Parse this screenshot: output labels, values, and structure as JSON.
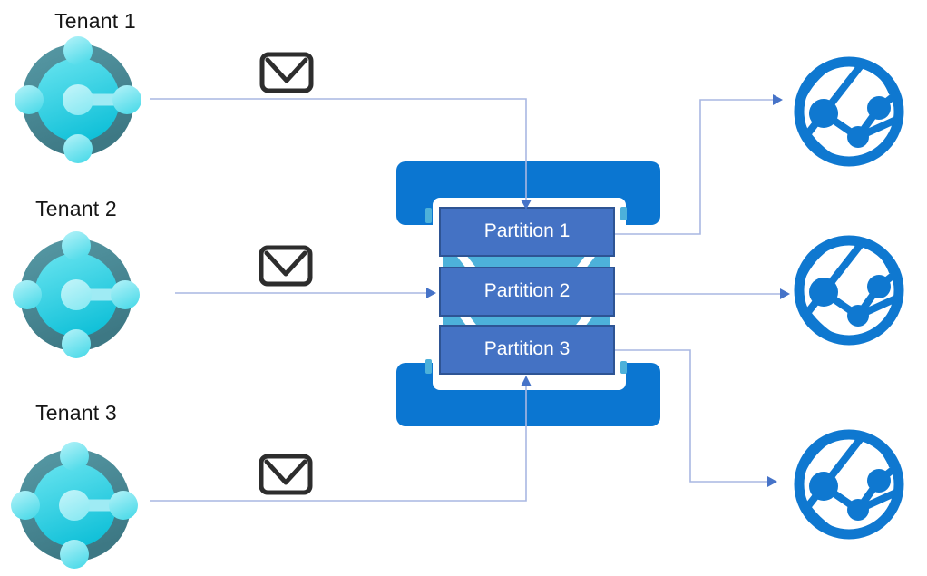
{
  "tenants": [
    {
      "label": "Tenant 1"
    },
    {
      "label": "Tenant 2"
    },
    {
      "label": "Tenant 3"
    }
  ],
  "event_hub": {
    "partitions": [
      {
        "label": "Partition 1"
      },
      {
        "label": "Partition 2"
      },
      {
        "label": "Partition 3"
      }
    ]
  },
  "messages": {
    "icon": "envelope-icon",
    "count": 3
  },
  "consumers": {
    "icon": "app-service-globe-icon",
    "count": 3
  },
  "colors": {
    "bracket_blue": "#0b76d1",
    "partition_blue": "#4472c4",
    "partition_border": "#2e5494",
    "band_cyan": "#4db1da",
    "connector_line": "#a9b7e2",
    "arrowhead": "#4673c8",
    "tenant_ring_teal": "#47858f",
    "tenant_cyan": "#2fd0e0",
    "globe_blue": "#0f78d0",
    "envelope_dark": "#2d2d2d",
    "label_text": "#161616",
    "partition_text": "#ffffff"
  }
}
